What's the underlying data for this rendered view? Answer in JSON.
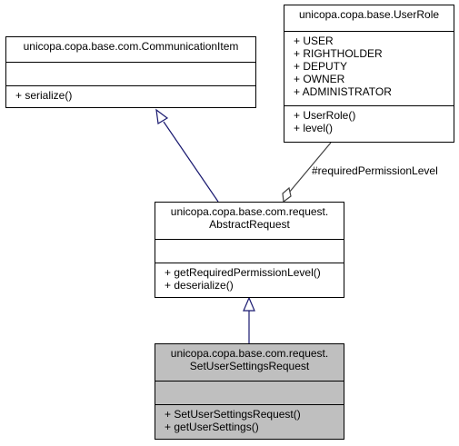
{
  "classes": {
    "communication_item": {
      "name_lines": [
        "unicopa.copa.base.com.CommunicationItem"
      ],
      "attributes": [],
      "operations": [
        "+ serialize()"
      ]
    },
    "user_role": {
      "name_lines": [
        "unicopa.copa.base.UserRole"
      ],
      "attributes": [
        "+ USER",
        "+ RIGHTHOLDER",
        "+ DEPUTY",
        "+ OWNER",
        "+ ADMINISTRATOR"
      ],
      "operations": [
        "+ UserRole()",
        "+ level()"
      ]
    },
    "abstract_request": {
      "name_lines": [
        "unicopa.copa.base.com.request.",
        "AbstractRequest"
      ],
      "attributes": [],
      "operations": [
        "+ getRequiredPermissionLevel()",
        "+ deserialize()"
      ]
    },
    "set_user_settings_request": {
      "name_lines": [
        "unicopa.copa.base.com.request.",
        "SetUserSettingsRequest"
      ],
      "attributes": [],
      "operations": [
        "+ SetUserSettingsRequest()",
        "+ getUserSettings()"
      ]
    }
  },
  "edges": {
    "required_permission_level_label": "#requiredPermissionLevel"
  },
  "colors": {
    "inheritance_line": "#191970",
    "aggregation_line": "#404040",
    "focus_fill": "#bfbfbf"
  }
}
